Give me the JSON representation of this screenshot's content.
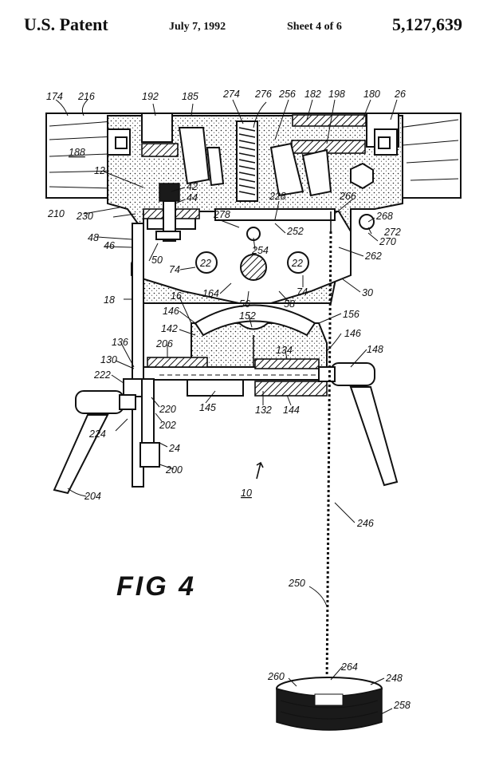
{
  "header": {
    "left": "U.S. Patent",
    "date": "July 7, 1992",
    "sheet": "Sheet 4 of 6",
    "number": "5,127,639"
  },
  "figure_label": "FIG 4",
  "refs": {
    "r174": "174",
    "r216": "216",
    "r192": "192",
    "r185": "185",
    "r274": "274",
    "r276": "276",
    "r256": "256",
    "r182": "182",
    "r198": "198",
    "r180": "180",
    "r26": "26",
    "r188": "188",
    "r12": "12",
    "r42": "42",
    "r44": "44",
    "r228": "228",
    "r266": "266",
    "r210": "210",
    "r230": "230",
    "r278": "278",
    "r268": "268",
    "r48": "48",
    "r46": "46",
    "r252": "252",
    "r272": "272",
    "r270": "270",
    "r254": "254",
    "r50": "50",
    "r22a": "22",
    "r22b": "22",
    "r262": "262",
    "r74a": "74",
    "r74b": "74",
    "r30": "30",
    "r18": "18",
    "r164": "164",
    "r16": "16",
    "r56": "56",
    "r58": "58",
    "r146a": "146",
    "r152": "152",
    "r156": "156",
    "r142": "142",
    "r146b": "146",
    "r136": "136",
    "r206": "206",
    "r134": "134",
    "r148": "148",
    "r130": "130",
    "r222": "222",
    "r220": "220",
    "r145": "145",
    "r132": "132",
    "r144": "144",
    "r202": "202",
    "r224": "224",
    "r24": "24",
    "r200": "200",
    "r10": "10",
    "r204": "204",
    "r246": "246",
    "r250": "250",
    "r264": "264",
    "r260": "260",
    "r248": "248",
    "r258": "258"
  }
}
